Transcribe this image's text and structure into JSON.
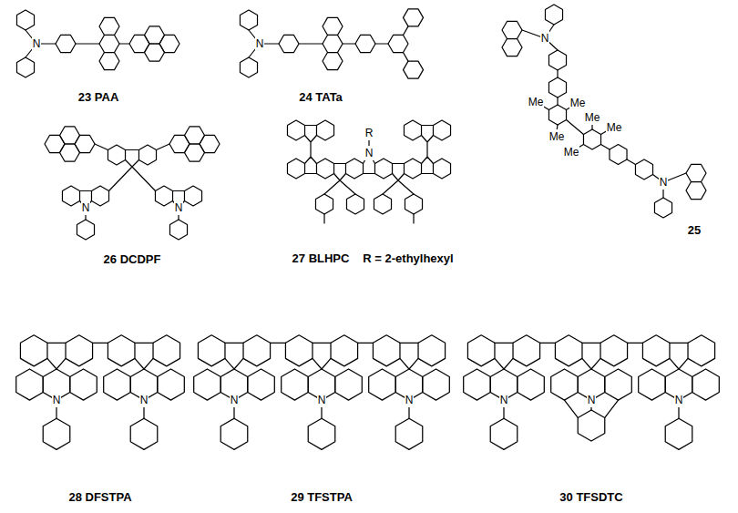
{
  "diagram": {
    "labels": [
      "N",
      "23 PAA",
      "N",
      "24 TATa",
      "N",
      "Me",
      "Me",
      "Me",
      "Me",
      "Me",
      "Me",
      "N",
      "25",
      "N",
      "N",
      "26 DCDPF",
      "R",
      "N",
      "27 BLHPC",
      "R = 2-ethylhexyl",
      "N",
      "N",
      "28 DFSTPA",
      "N",
      "N",
      "N",
      "29 TFSTPA",
      "N",
      "N",
      "N",
      "30 TFSDTC"
    ]
  }
}
